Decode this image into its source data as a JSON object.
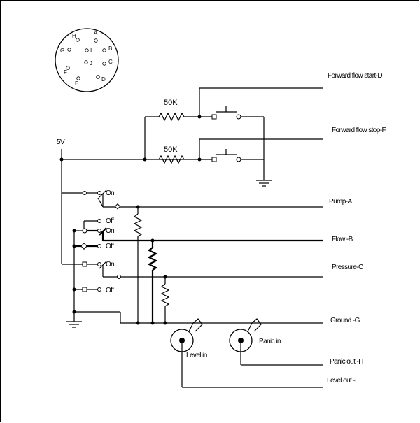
{
  "connector": {
    "pins": [
      "H",
      "A",
      "G",
      "I",
      "B",
      "C",
      "J",
      "F",
      "D",
      "E"
    ]
  },
  "supply": {
    "label": "5V"
  },
  "resistors": {
    "r1": "50K",
    "r2": "50K"
  },
  "switches": {
    "on": "On",
    "off": "Off"
  },
  "signals": {
    "forward_start": "Forward flow start-D",
    "forward_stop": "Forward flow stop-F",
    "pump": "Pump-A",
    "flow": "Flow -B",
    "pressure": "Pressure-C",
    "ground": "Ground -G",
    "panic_out": "Panic out -H",
    "level_out": "Level out -E"
  },
  "jacks": {
    "level": "Level in",
    "panic": "Panic in"
  }
}
